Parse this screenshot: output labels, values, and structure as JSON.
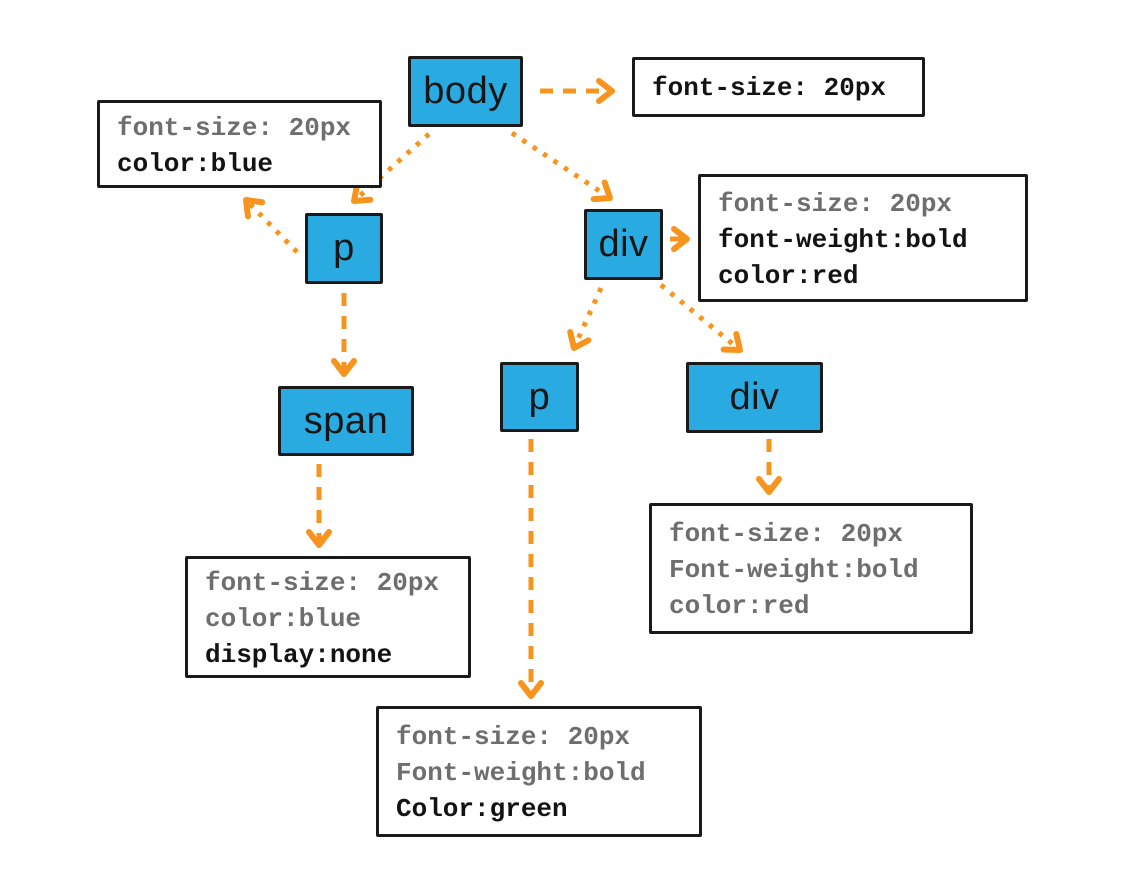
{
  "diagram": {
    "type": "dom-tree-css-inheritance",
    "colors": {
      "node_fill": "#29ABE2",
      "border": "#1a1a1a",
      "arrow": "#F7941E",
      "muted_text": "#6e6e6e",
      "strong_text": "#131313",
      "background": "#ffffff"
    },
    "nodes": {
      "body": {
        "label": "body"
      },
      "p1": {
        "label": "p"
      },
      "div1": {
        "label": "div"
      },
      "span1": {
        "label": "span"
      },
      "p2": {
        "label": "p"
      },
      "div2": {
        "label": "div"
      }
    },
    "style_boxes": {
      "body": {
        "lines": [
          {
            "text": "font-size: 20px",
            "tone": "strong"
          }
        ]
      },
      "p1": {
        "lines": [
          {
            "text": "font-size: 20px",
            "tone": "muted"
          },
          {
            "text": "color:blue",
            "tone": "strong"
          }
        ]
      },
      "div1": {
        "lines": [
          {
            "text": "font-size: 20px",
            "tone": "muted"
          },
          {
            "text": "font-weight:bold",
            "tone": "strong"
          },
          {
            "text": "color:red",
            "tone": "strong"
          }
        ]
      },
      "span1": {
        "lines": [
          {
            "text": "font-size: 20px",
            "tone": "muted"
          },
          {
            "text": "color:blue",
            "tone": "muted"
          },
          {
            "text": "display:none",
            "tone": "strong"
          }
        ]
      },
      "p2": {
        "lines": [
          {
            "text": "font-size: 20px",
            "tone": "muted"
          },
          {
            "text": "Font-weight:bold",
            "tone": "muted"
          },
          {
            "text": "Color:green",
            "tone": "strong"
          }
        ]
      },
      "div2": {
        "lines": [
          {
            "text": "font-size: 20px",
            "tone": "muted"
          },
          {
            "text": "Font-weight:bold",
            "tone": "muted"
          },
          {
            "text": "color:red",
            "tone": "muted"
          }
        ]
      }
    },
    "edges": [
      {
        "from": "body",
        "to": "style-body",
        "line": "dashed"
      },
      {
        "from": "body",
        "to": "p1",
        "line": "dotted"
      },
      {
        "from": "body",
        "to": "div1",
        "line": "dotted"
      },
      {
        "from": "p1",
        "to": "style-p1",
        "line": "dotted"
      },
      {
        "from": "p1",
        "to": "span1",
        "line": "dashed"
      },
      {
        "from": "div1",
        "to": "style-div1",
        "line": "solid"
      },
      {
        "from": "div1",
        "to": "p2",
        "line": "dotted"
      },
      {
        "from": "div1",
        "to": "div2",
        "line": "dotted"
      },
      {
        "from": "span1",
        "to": "style-span1",
        "line": "dashed"
      },
      {
        "from": "p2",
        "to": "style-p2",
        "line": "dashed"
      },
      {
        "from": "div2",
        "to": "style-div2",
        "line": "dashed"
      }
    ]
  }
}
